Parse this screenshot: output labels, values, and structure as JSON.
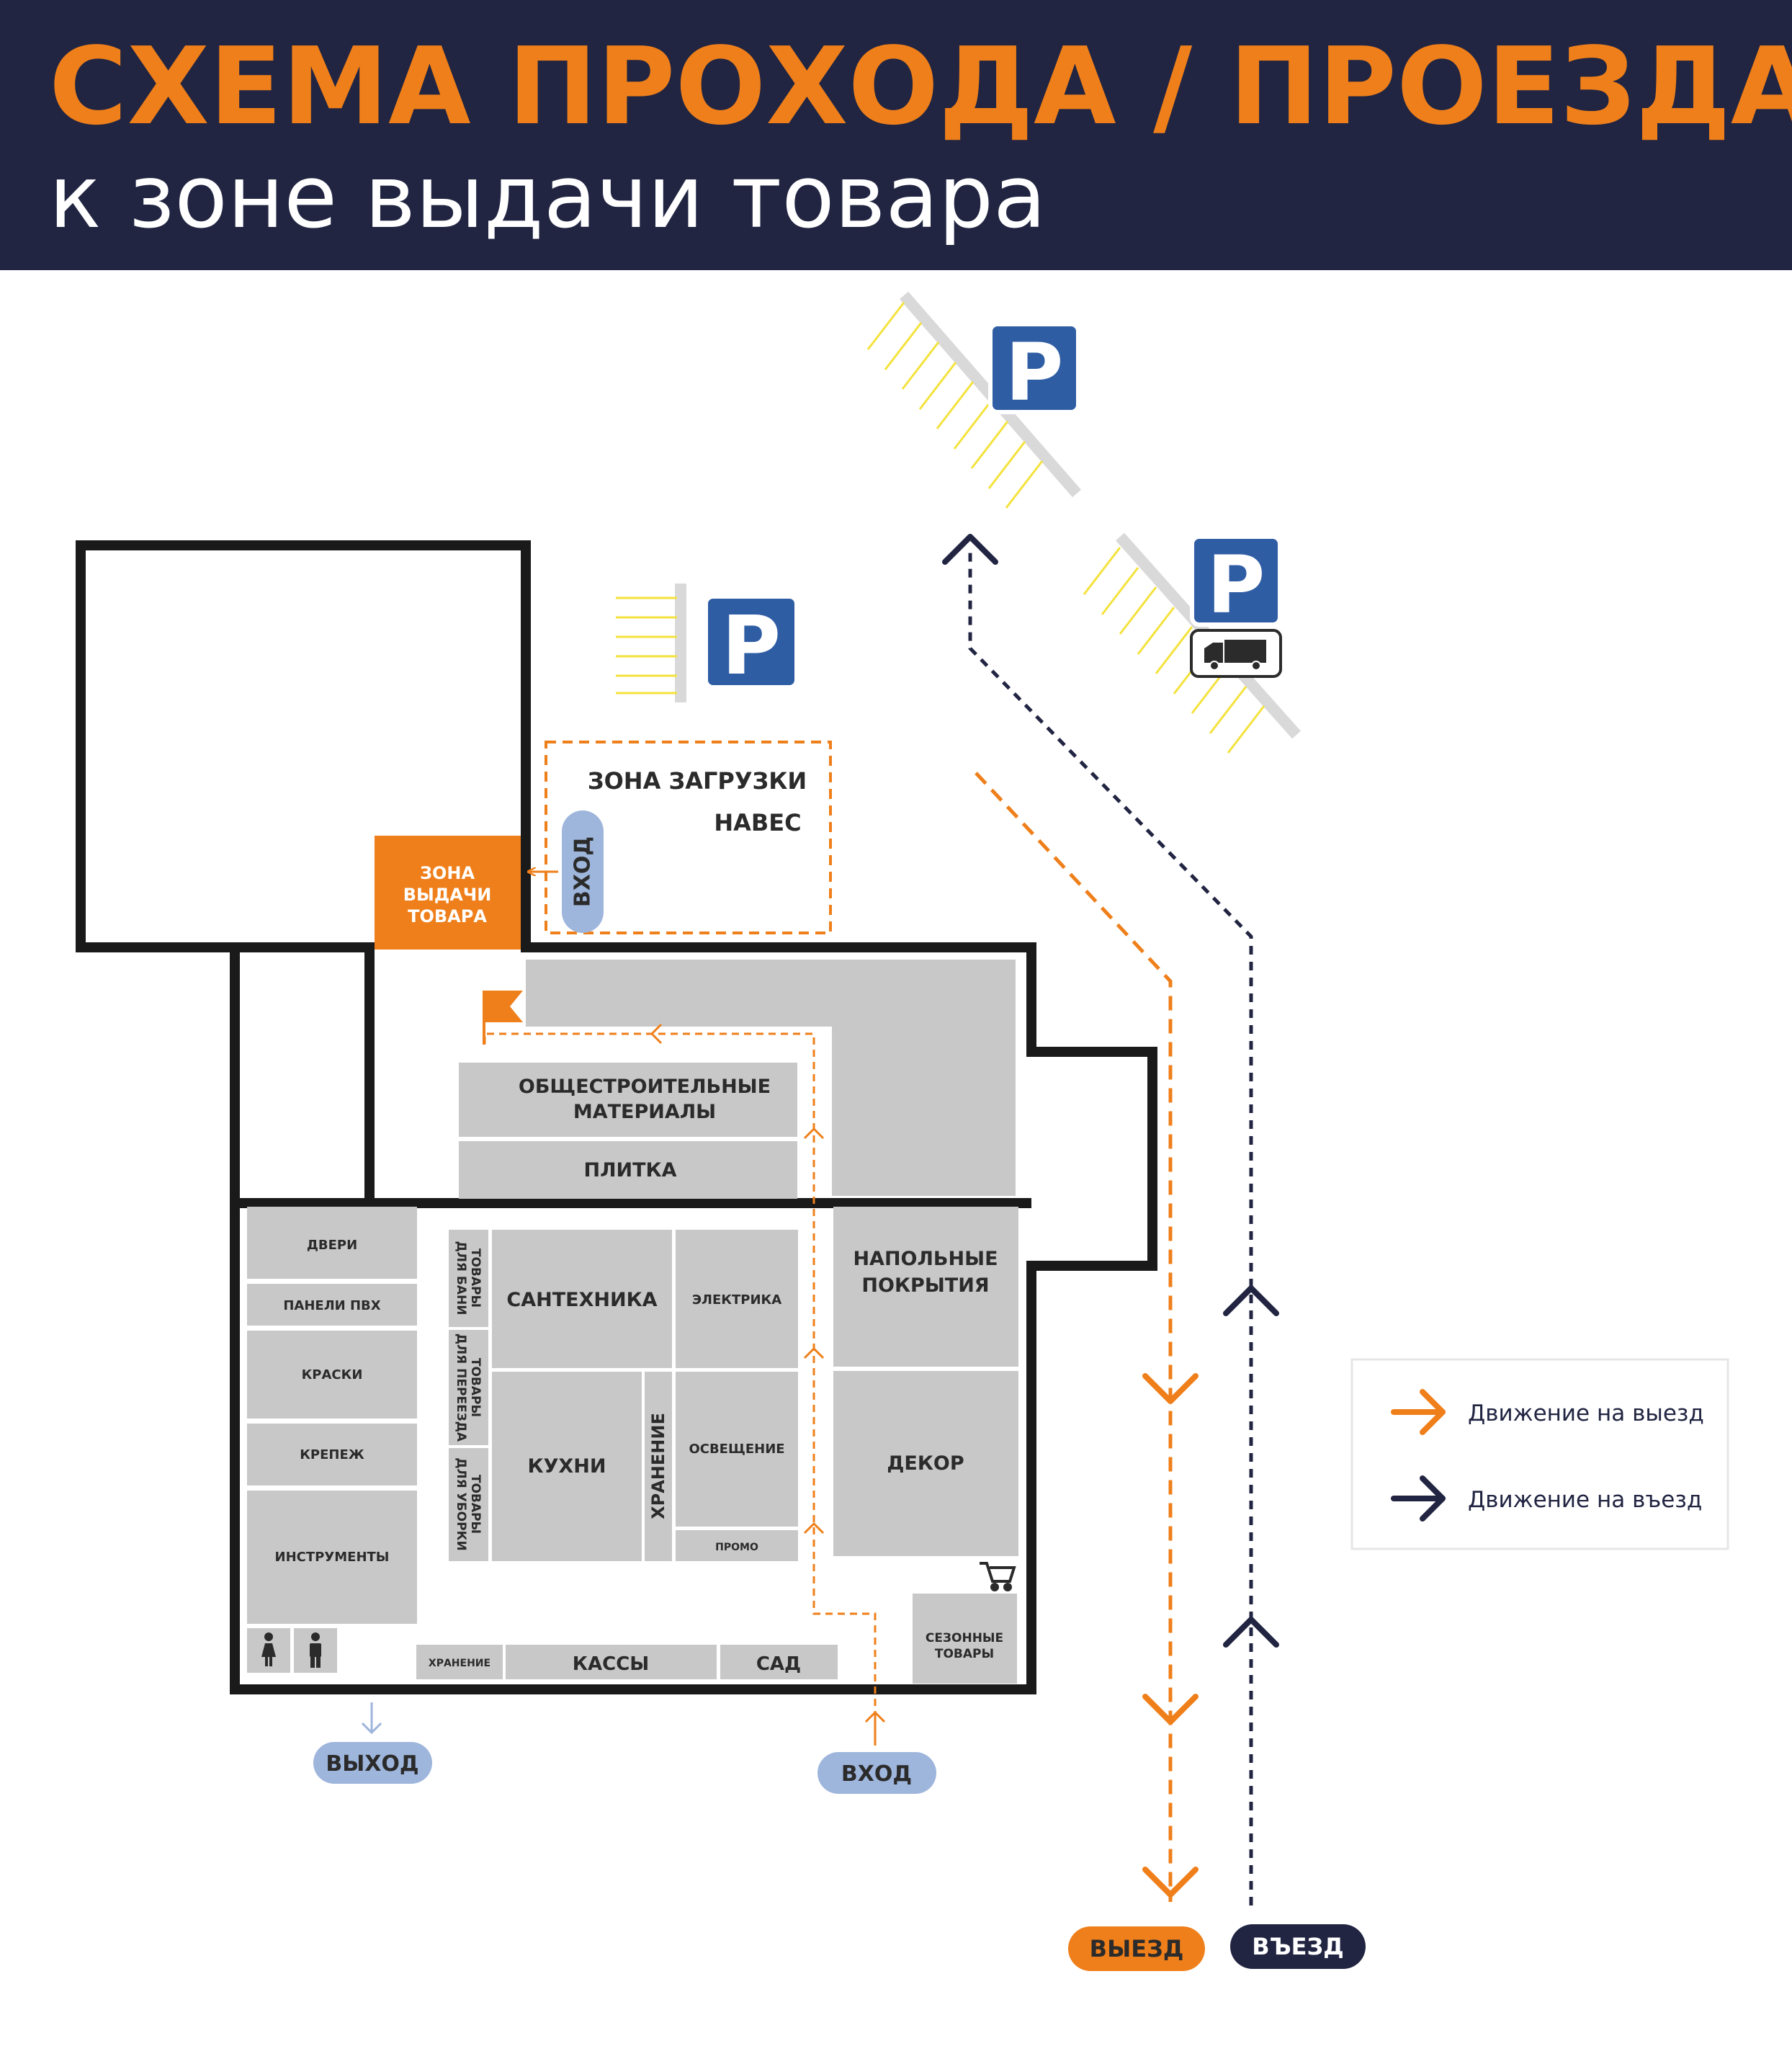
{
  "header": {
    "title": "СХЕМА ПРОХОДА / ПРОЕЗДА",
    "subtitle": "к зоне выдачи товара"
  },
  "colors": {
    "header_bg": "#212542",
    "title": "#ef7f1a",
    "orange": "#ef7f1a",
    "navy": "#212542",
    "dept_gray": "#c8c8c8",
    "parking_blue": "#2f5da4",
    "pill_blue": "#9eb5dc",
    "parking_stripes": "#f4e23c"
  },
  "map": {
    "pickup_zone": [
      "ЗОНА",
      "ВЫДАЧИ",
      "ТОВАРА"
    ],
    "loading_zone": "ЗОНА ЗАГРУЗКИ",
    "canopy": "НАВЕС",
    "side_entrance": "ВХОД",
    "departments": {
      "general_construction": [
        "ОБЩЕСТРОИТЕЛЬНЫЕ",
        "МАТЕРИАЛЫ"
      ],
      "tiles": "ПЛИТКА",
      "doors": "ДВЕРИ",
      "pvc_panels": "ПАНЕЛИ ПВХ",
      "paints": "КРАСКИ",
      "fasteners": "КРЕПЕЖ",
      "tools": "ИНСТРУМЕНТЫ",
      "bath_goods": [
        "ТОВАРЫ",
        "ДЛЯ БАНИ"
      ],
      "moving_goods": [
        "ТОВАРЫ",
        "ДЛЯ ПЕРЕЕЗДА"
      ],
      "cleaning_goods": [
        "ТОВАРЫ",
        "ДЛЯ УБОРКИ"
      ],
      "plumbing": "САНТЕХНИКА",
      "electrical": "ЭЛЕКТРИКА",
      "kitchens": "КУХНИ",
      "storage_vertical": "ХРАНЕНИЕ",
      "lighting": "ОСВЕЩЕНИЕ",
      "promo": "ПРОМО",
      "flooring": [
        "НАПОЛЬНЫЕ",
        "ПОКРЫТИЯ"
      ],
      "decor": "ДЕКОР",
      "seasonal": [
        "СЕЗОННЫЕ",
        "ТОВАРЫ"
      ],
      "storage_small": "ХРАНЕНИЕ",
      "checkouts": "КАССЫ",
      "garden": "САД"
    },
    "parking_sign": "P",
    "exit_pedestrian": "ВЫХОД",
    "entrance_main": "ВХОД",
    "exit_vehicle": "ВЫЕЗД",
    "entry_vehicle": "ВЪЕЗД"
  },
  "legend": {
    "exit_label": "Движение на выезд",
    "entry_label": "Движение на въезд"
  }
}
